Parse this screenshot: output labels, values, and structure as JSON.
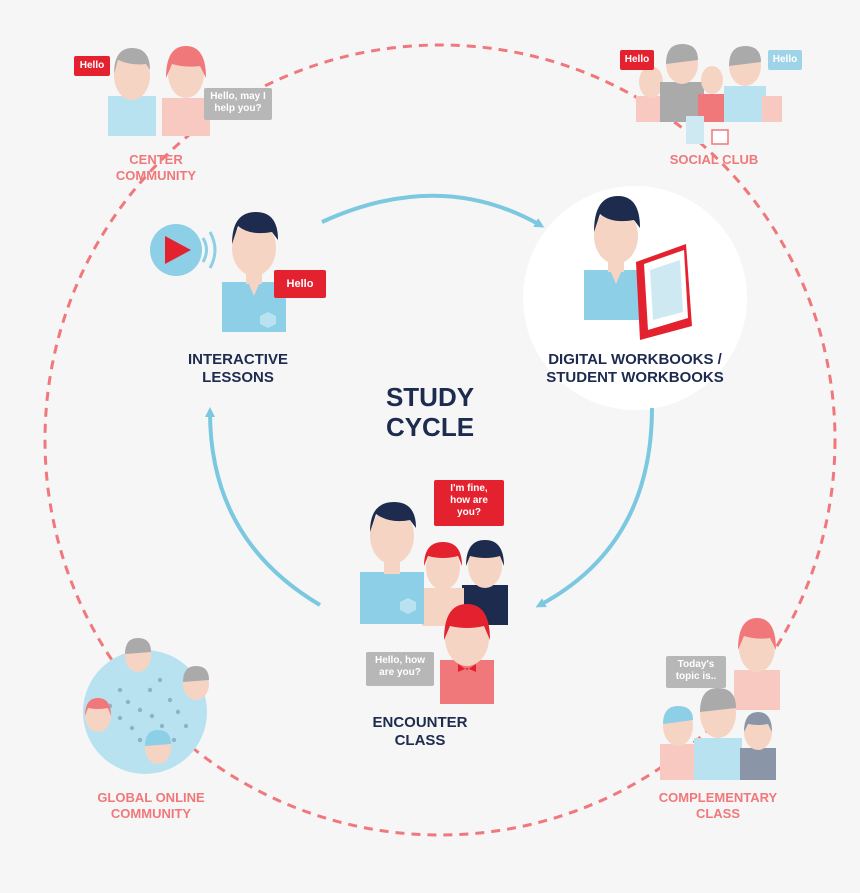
{
  "diagram": {
    "title": [
      "STUDY",
      "CYCLE"
    ],
    "nodes": {
      "interactive_lessons": [
        "INTERACTIVE",
        "LESSONS"
      ],
      "digital_workbooks": [
        "DIGITAL WORKBOOKS /",
        "STUDENT WORKBOOKS"
      ],
      "encounter_class": [
        "ENCOUNTER",
        "CLASS"
      ],
      "center_community": [
        "CENTER",
        "COMMUNITY"
      ],
      "social_club": [
        "SOCIAL CLUB"
      ],
      "global_online_community": [
        "GLOBAL ONLINE",
        "COMMUNITY"
      ],
      "complementary_class": [
        "COMPLEMENTARY",
        "CLASS"
      ]
    },
    "bubbles": {
      "center_hello": "Hello",
      "center_help": [
        "Hello, may I",
        "help you?"
      ],
      "social_hello_left": "Hello",
      "social_hello_right": "Hello",
      "lesson_hello": "Hello",
      "encounter_fine": [
        "I'm fine,",
        "how are",
        "you?"
      ],
      "encounter_how": [
        "Hello, how",
        "are you?"
      ],
      "complementary_topic": [
        "Today's",
        "topic is.."
      ]
    },
    "colors": {
      "navy": "#1d2b4f",
      "coral": "#f0787a",
      "arrow_blue": "#7cc8e0",
      "shirt_blue": "#8ccfe6",
      "red": "#e4222f",
      "skin": "#f6d4c4",
      "grey": "#b7b7b7"
    }
  }
}
